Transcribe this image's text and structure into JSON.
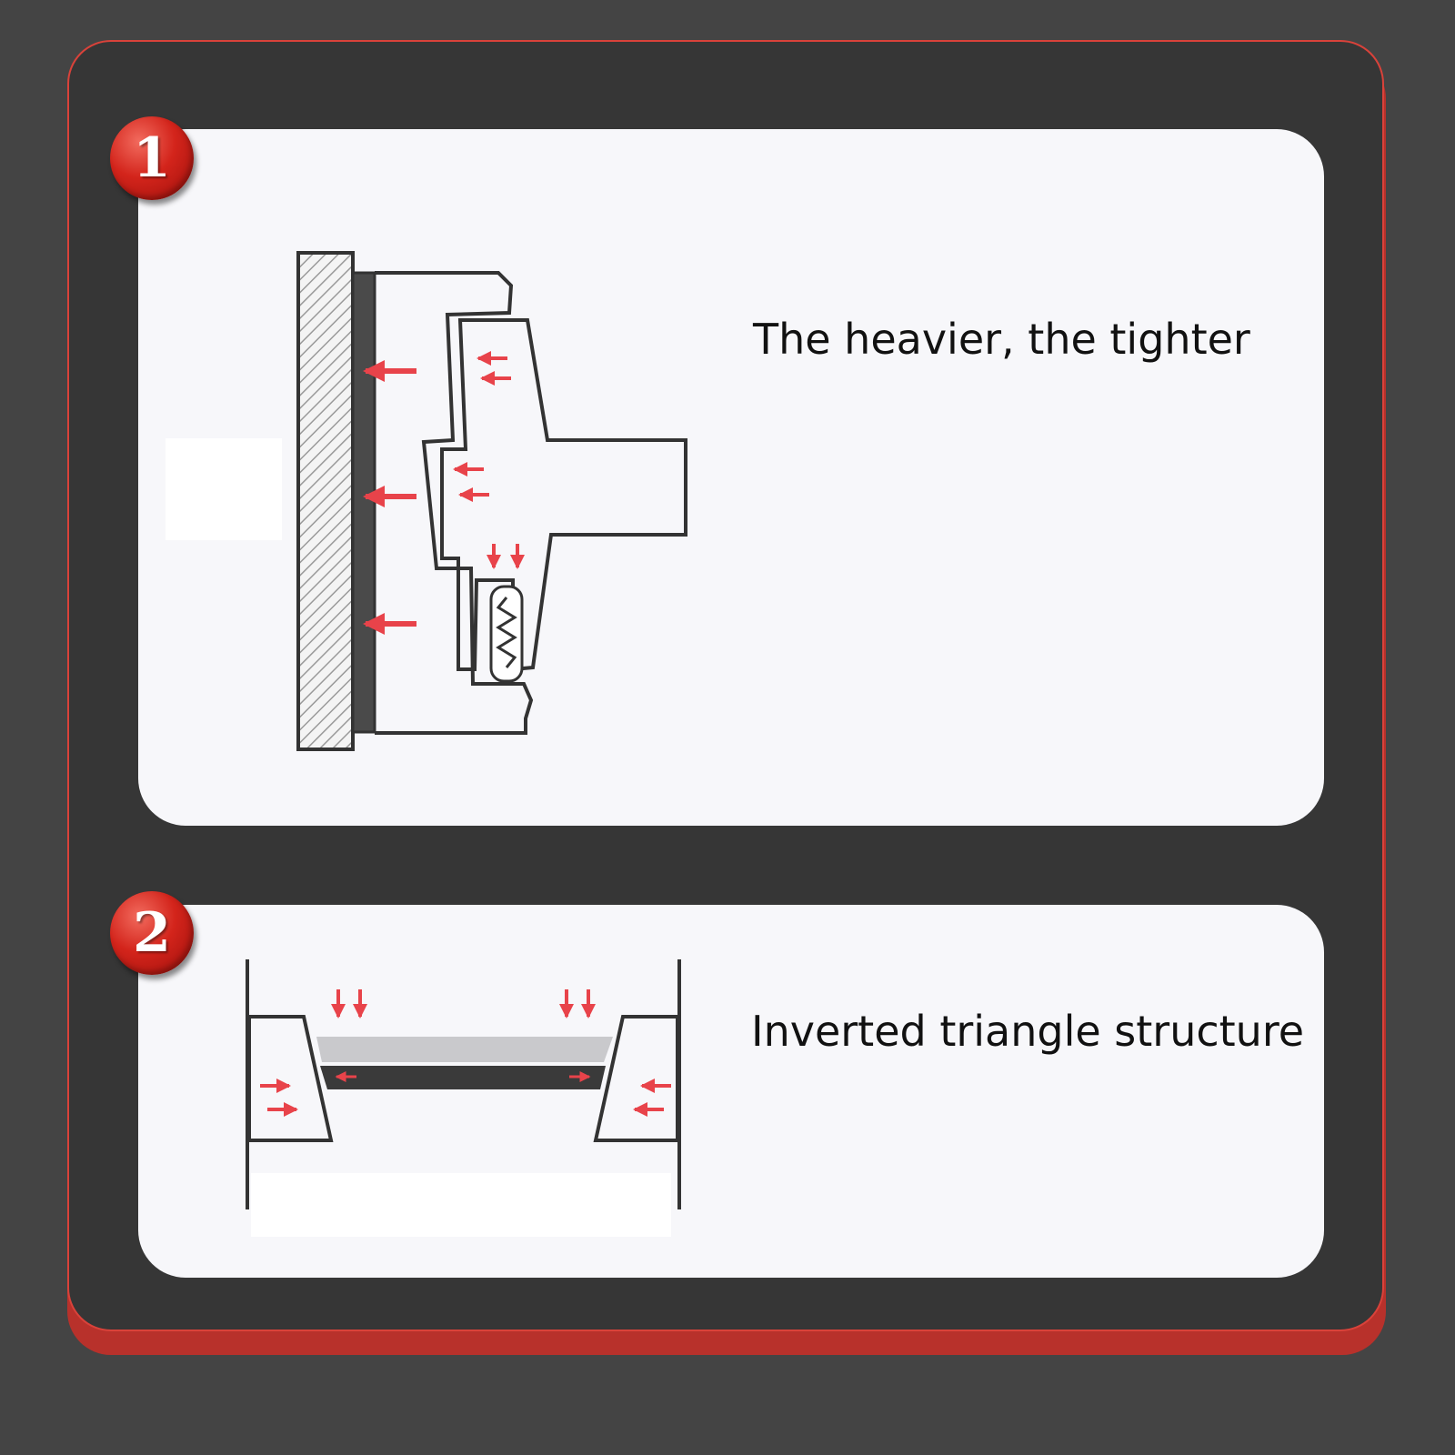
{
  "sections": [
    {
      "number": "1",
      "caption": "The heavier, the tighter"
    },
    {
      "number": "2",
      "caption": "Inverted triangle structure"
    }
  ],
  "colors": {
    "background": "#444444",
    "frame": "#363636",
    "frame_accent": "#d9423a",
    "panel": "#f7f7fa",
    "badge": "#d3241b",
    "arrow": "#e8434a",
    "outline": "#333333"
  }
}
